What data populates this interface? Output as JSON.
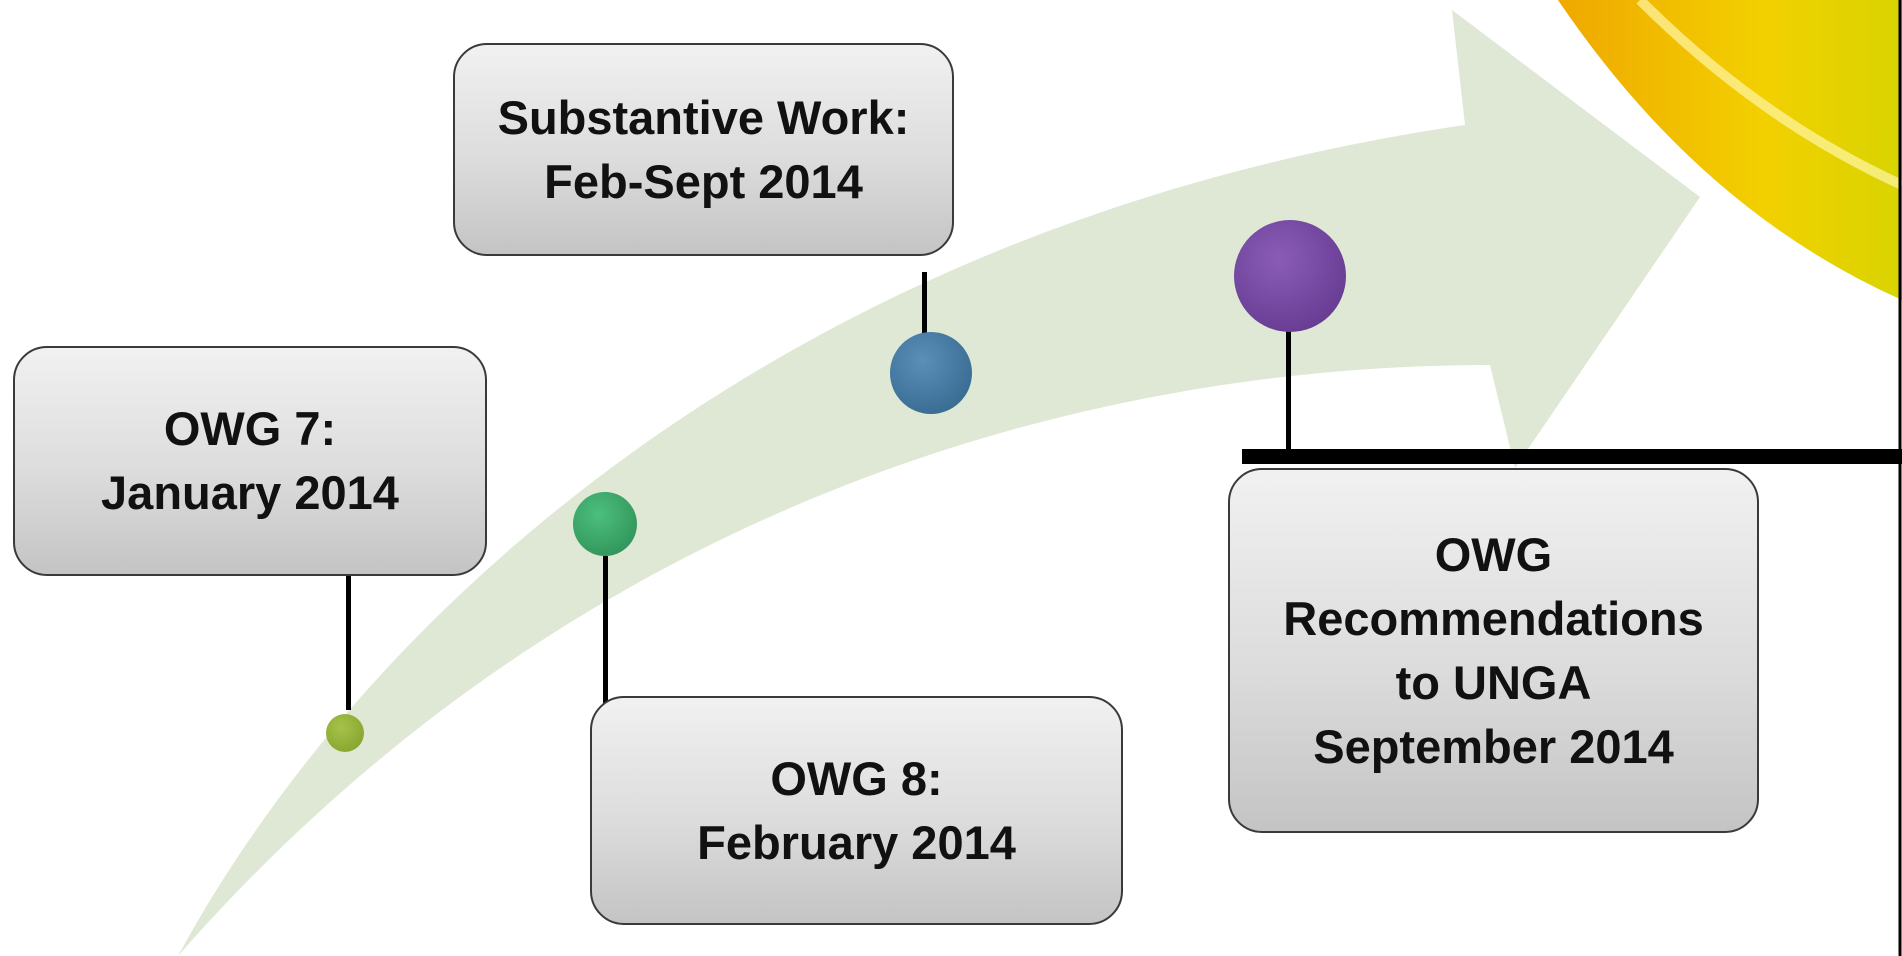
{
  "colors": {
    "arrow": "#dfe8d4",
    "dot_1": "#8aaa2e",
    "dot_2": "#2f9c5f",
    "dot_3": "#3a6f96",
    "dot_4": "#6a3d95",
    "corner_accent": "#f2c200"
  },
  "milestones": [
    {
      "lines": [
        "OWG 7:",
        "January 2014"
      ]
    },
    {
      "lines": [
        "OWG 8:",
        "February 2014"
      ]
    },
    {
      "lines": [
        "Substantive Work:",
        "Feb-Sept 2014"
      ]
    },
    {
      "lines": [
        "OWG",
        "Recommendations",
        "to UNGA",
        "September 2014"
      ]
    }
  ]
}
